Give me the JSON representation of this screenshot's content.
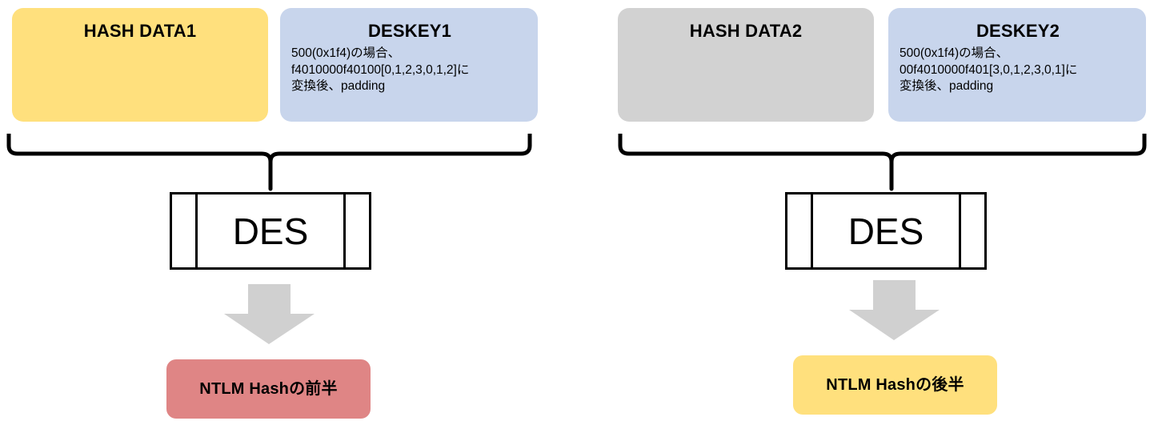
{
  "diagram": {
    "title": "NTLM Hash DES derivation diagram",
    "colors": {
      "yellow": "#FFE07D",
      "blue": "#C8D5EC",
      "gray": "#D2D2D2",
      "red": "#DF8585",
      "arrow_gray": "#D0D0D0",
      "outline": "#000000",
      "text": "#000000",
      "background": "#FFFFFF"
    },
    "groups": [
      {
        "id": "left",
        "hash_box": {
          "label": "HASH DATA1",
          "fill": "#FFE07D",
          "detail": ""
        },
        "key_box": {
          "label": "DESKEY1",
          "fill": "#C8D5EC",
          "detail": "500(0x1f4)の場合、\nf4010000f40100[0,1,2,3,0,1,2]に\n変換後、padding"
        },
        "process": {
          "label": "DES"
        },
        "arrow": {
          "name": "down-arrow",
          "fill": "#D0D0D0"
        },
        "result_box": {
          "label": "NTLM Hashの前半",
          "fill": "#DF8585"
        },
        "brace": {
          "name": "curly-brace-down"
        }
      },
      {
        "id": "right",
        "hash_box": {
          "label": "HASH DATA2",
          "fill": "#D2D2D2",
          "detail": ""
        },
        "key_box": {
          "label": "DESKEY2",
          "fill": "#C8D5EC",
          "detail": "500(0x1f4)の場合、\n00f4010000f401[3,0,1,2,3,0,1]に\n変換後、padding"
        },
        "process": {
          "label": "DES"
        },
        "arrow": {
          "name": "down-arrow",
          "fill": "#D0D0D0"
        },
        "result_box": {
          "label": "NTLM Hashの後半",
          "fill": "#FFE07D"
        },
        "brace": {
          "name": "curly-brace-down"
        }
      }
    ]
  }
}
